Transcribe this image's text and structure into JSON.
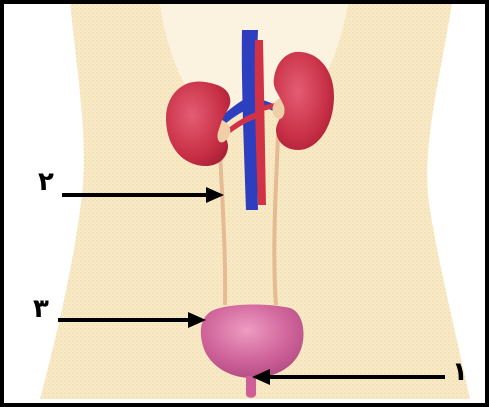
{
  "labels": {
    "urethra": "١",
    "ureter": "٢",
    "bladder": "٣"
  },
  "colors": {
    "frame": "#000000",
    "background": "#ffffff",
    "body_fill": "#f8eac6",
    "body_texture": "#f3deac",
    "kidney": "#c72f45",
    "kidney_highlight": "#e45d73",
    "vein": "#2d3fbf",
    "artery": "#d23246",
    "ureter": "#e6ba93",
    "bladder": "#c95b92",
    "bladder_highlight": "#e79ac0",
    "arrow": "#000000"
  },
  "icons": {
    "arrow_to_ureter": "arrow-right-icon",
    "arrow_to_bladder": "arrow-right-icon",
    "arrow_to_urethra": "arrow-left-icon"
  }
}
